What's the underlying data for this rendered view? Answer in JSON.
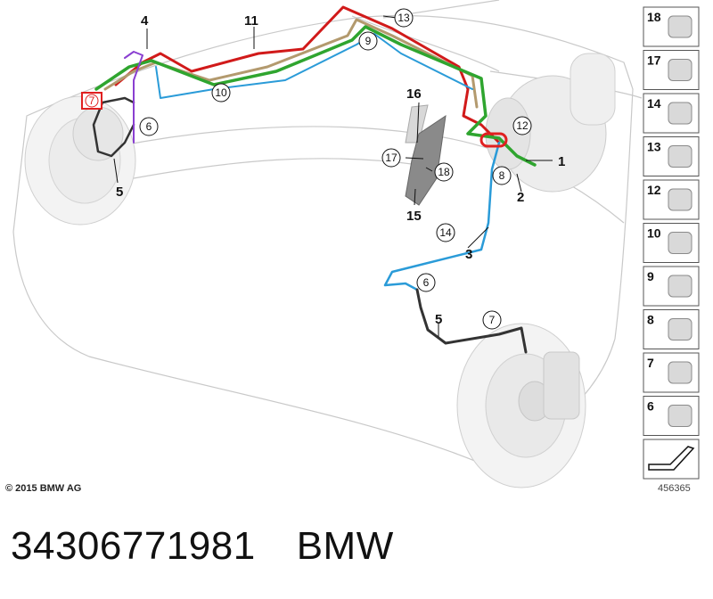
{
  "copyright": "© 2015 BMW AG",
  "image_number": "456365",
  "caption": {
    "part_number": "34306771981",
    "brand": "BMW"
  },
  "callouts": {
    "c1": "1",
    "c2": "2",
    "c3": "3",
    "c4": "4",
    "c5a": "5",
    "c5b": "5",
    "c6a": "6",
    "c6b": "6",
    "c7a": "7",
    "c7b": "7",
    "c8": "8",
    "c9": "9",
    "c10": "10",
    "c11": "11",
    "c12": "12",
    "c13": "13",
    "c14": "14",
    "c15": "15",
    "c16": "16",
    "c17": "17",
    "c18": "18"
  },
  "side_panel": [
    "18",
    "17",
    "14",
    "13",
    "12",
    "10",
    "9",
    "8",
    "7",
    "6"
  ],
  "colors": {
    "line_red": "#d11a1a",
    "line_green": "#2fa52f",
    "line_tan": "#b39a6e",
    "line_blue": "#2a9bd8",
    "line_purple": "#8a3fd1",
    "highlight": "#e02020"
  }
}
